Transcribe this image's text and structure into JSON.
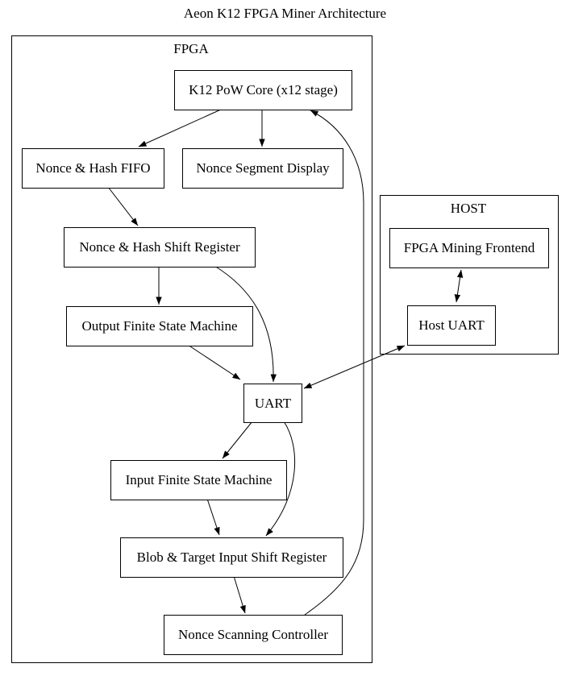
{
  "title": "Aeon K12 FPGA Miner Architecture",
  "diagram_type": "flowchart",
  "clusters": {
    "fpga": {
      "label": "FPGA"
    },
    "host": {
      "label": "HOST"
    }
  },
  "nodes": {
    "k12_core": {
      "label": "K12 PoW Core (x12 stage)"
    },
    "nonce_hash_fifo": {
      "label": "Nonce & Hash FIFO"
    },
    "nonce_segment_display": {
      "label": "Nonce Segment Display"
    },
    "nonce_hash_shift_register": {
      "label": "Nonce & Hash Shift Register"
    },
    "output_fsm": {
      "label": "Output Finite State Machine"
    },
    "uart": {
      "label": "UART"
    },
    "input_fsm": {
      "label": "Input Finite State Machine"
    },
    "blob_target_shift_register": {
      "label": "Blob & Target Input Shift Register"
    },
    "nonce_scanning_controller": {
      "label": "Nonce Scanning Controller"
    },
    "fpga_mining_frontend": {
      "label": "FPGA Mining Frontend"
    },
    "host_uart": {
      "label": "Host UART"
    }
  },
  "edges": [
    {
      "from": "K12 PoW Core (x12 stage)",
      "to": "Nonce & Hash FIFO",
      "direction": "forward"
    },
    {
      "from": "K12 PoW Core (x12 stage)",
      "to": "Nonce Segment Display",
      "direction": "forward"
    },
    {
      "from": "Nonce & Hash FIFO",
      "to": "Nonce & Hash Shift Register",
      "direction": "forward"
    },
    {
      "from": "Nonce & Hash Shift Register",
      "to": "Output Finite State Machine",
      "direction": "forward"
    },
    {
      "from": "Nonce & Hash Shift Register",
      "to": "UART",
      "direction": "forward"
    },
    {
      "from": "Output Finite State Machine",
      "to": "UART",
      "direction": "forward"
    },
    {
      "from": "UART",
      "to": "Input Finite State Machine",
      "direction": "forward"
    },
    {
      "from": "UART",
      "to": "Blob & Target Input Shift Register",
      "direction": "forward"
    },
    {
      "from": "Input Finite State Machine",
      "to": "Blob & Target Input Shift Register",
      "direction": "forward"
    },
    {
      "from": "Blob & Target Input Shift Register",
      "to": "Nonce Scanning Controller",
      "direction": "forward"
    },
    {
      "from": "Nonce Scanning Controller",
      "to": "K12 PoW Core (x12 stage)",
      "direction": "forward"
    },
    {
      "from": "UART",
      "to": "Host UART",
      "direction": "both"
    },
    {
      "from": "FPGA Mining Frontend",
      "to": "Host UART",
      "direction": "both"
    }
  ],
  "colors": {
    "background": "#ffffff",
    "stroke": "#000000",
    "text": "#000000"
  }
}
